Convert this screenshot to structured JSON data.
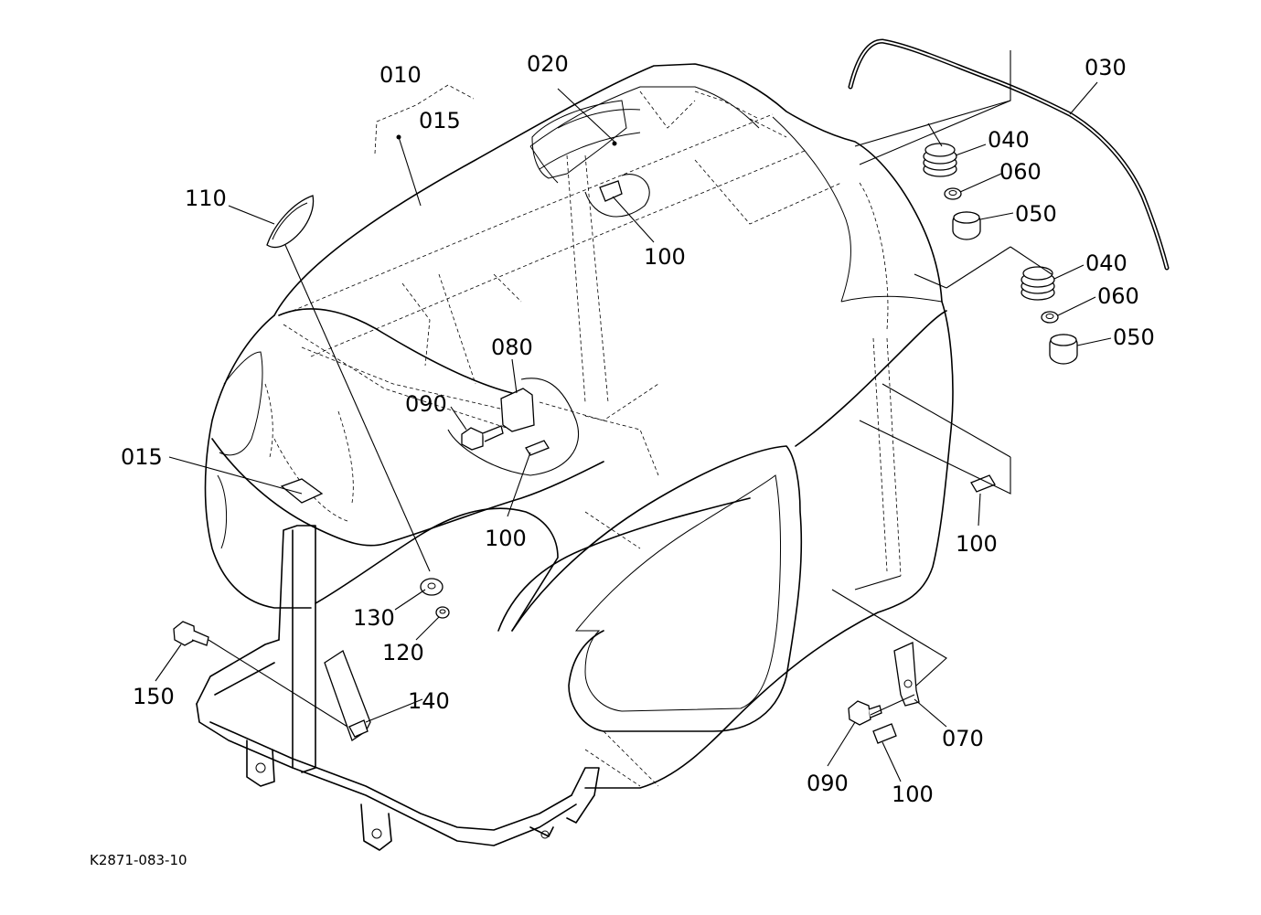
{
  "diagram": {
    "drawing_code": "K2871-083-10",
    "callouts": [
      {
        "id": "c010",
        "label": "010"
      },
      {
        "id": "c015a",
        "label": "015"
      },
      {
        "id": "c015b",
        "label": "015"
      },
      {
        "id": "c020",
        "label": "020"
      },
      {
        "id": "c030",
        "label": "030"
      },
      {
        "id": "c040a",
        "label": "040"
      },
      {
        "id": "c060a",
        "label": "060"
      },
      {
        "id": "c050a",
        "label": "050"
      },
      {
        "id": "c040b",
        "label": "040"
      },
      {
        "id": "c060b",
        "label": "060"
      },
      {
        "id": "c050b",
        "label": "050"
      },
      {
        "id": "c110",
        "label": "110"
      },
      {
        "id": "c100a",
        "label": "100"
      },
      {
        "id": "c080",
        "label": "080"
      },
      {
        "id": "c090a",
        "label": "090"
      },
      {
        "id": "c100b",
        "label": "100"
      },
      {
        "id": "c100c",
        "label": "100"
      },
      {
        "id": "c130",
        "label": "130"
      },
      {
        "id": "c120",
        "label": "120"
      },
      {
        "id": "c150",
        "label": "150"
      },
      {
        "id": "c140",
        "label": "140"
      },
      {
        "id": "c070",
        "label": "070"
      },
      {
        "id": "c090b",
        "label": "090"
      },
      {
        "id": "c100d",
        "label": "100"
      }
    ]
  }
}
